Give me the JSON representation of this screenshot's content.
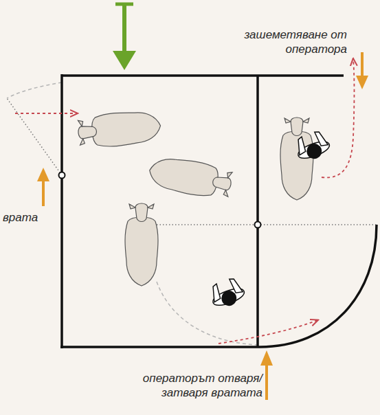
{
  "diagram": {
    "labels": [
      "зашеметяване от оператора",
      "врата",
      "операторът отваря/ затваря вратата"
    ]
  }
}
